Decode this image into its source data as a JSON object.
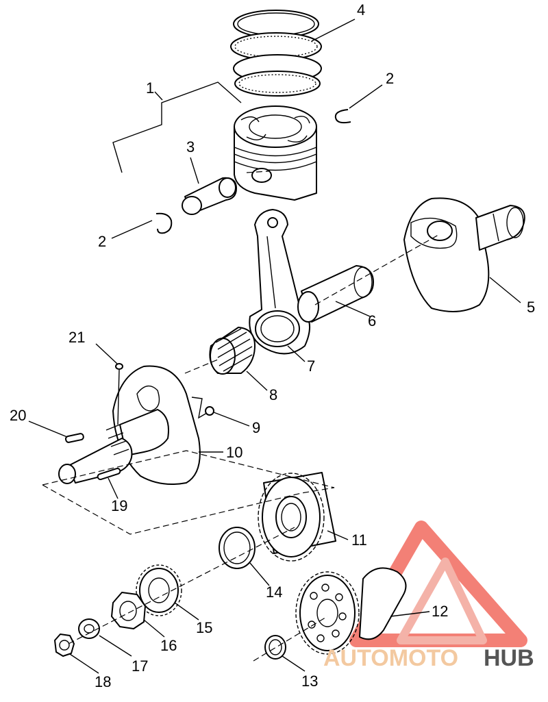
{
  "callouts": [
    {
      "id": "1",
      "label": "1"
    },
    {
      "id": "2a",
      "label": "2"
    },
    {
      "id": "2b",
      "label": "2"
    },
    {
      "id": "3",
      "label": "3"
    },
    {
      "id": "4",
      "label": "4"
    },
    {
      "id": "5",
      "label": "5"
    },
    {
      "id": "6",
      "label": "6"
    },
    {
      "id": "7",
      "label": "7"
    },
    {
      "id": "8",
      "label": "8"
    },
    {
      "id": "9",
      "label": "9"
    },
    {
      "id": "10",
      "label": "10"
    },
    {
      "id": "11",
      "label": "11"
    },
    {
      "id": "12",
      "label": "12"
    },
    {
      "id": "13",
      "label": "13"
    },
    {
      "id": "14",
      "label": "14"
    },
    {
      "id": "15",
      "label": "15"
    },
    {
      "id": "16",
      "label": "16"
    },
    {
      "id": "17",
      "label": "17"
    },
    {
      "id": "18",
      "label": "18"
    },
    {
      "id": "19",
      "label": "19"
    },
    {
      "id": "20",
      "label": "20"
    },
    {
      "id": "21",
      "label": "21"
    }
  ],
  "watermark": {
    "part1": "AUTOMOTO",
    "part2": "HUB",
    "color_primary": "#f26a5f",
    "color_secondary": "#f3c9a0",
    "color_dark": "#555555"
  },
  "colors": {
    "line": "#000000",
    "background": "#ffffff"
  }
}
